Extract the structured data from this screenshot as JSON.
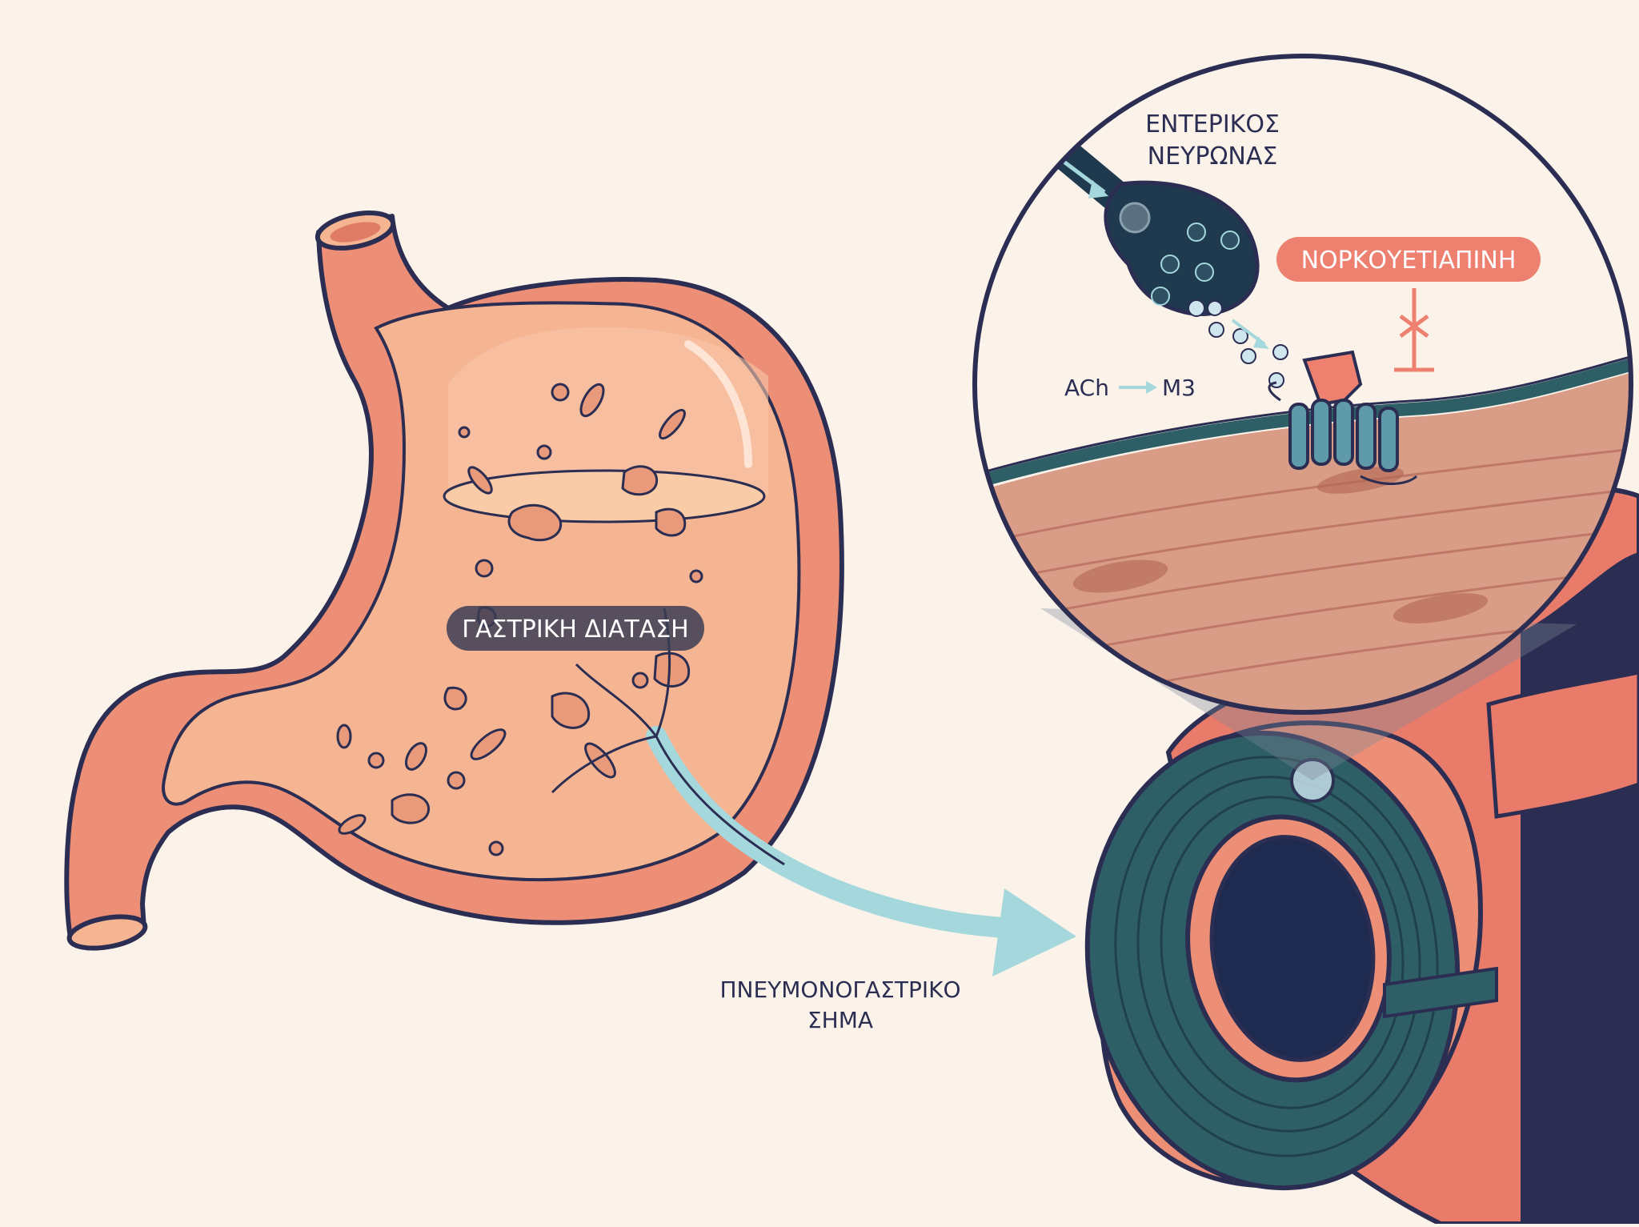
{
  "labels": {
    "gastric_distension": "ΓΑΣΤΡΙΚΗ ΔΙΑΤΑΣΗ",
    "vagal_signal_line1": "ΠΝΕΥΜΟΝΟΓΑΣΤΡΙΚΟ",
    "vagal_signal_line2": "ΣΗΜΑ",
    "enteric_neuron_line1": "ΕΝΤΕΡΙΚΟΣ",
    "enteric_neuron_line2": "ΝΕΥΡΩΝΑΣ",
    "drug": "ΝΟΡΚΟΥΕΤΙΑΠΙΝΗ",
    "ach": "ACh",
    "m3": "M3"
  },
  "colors": {
    "background": "#fbf3ea",
    "outline": "#2b2e52",
    "stomach_wall": "#ec8f76",
    "stomach_inner": "#f5b592",
    "nerve_signal": "#a5d8dc",
    "neuron": "#1f3a4e",
    "muscle_teal": "#2f5f66",
    "receptor": "#5f9aa8",
    "drug_badge": "#ee8070"
  }
}
